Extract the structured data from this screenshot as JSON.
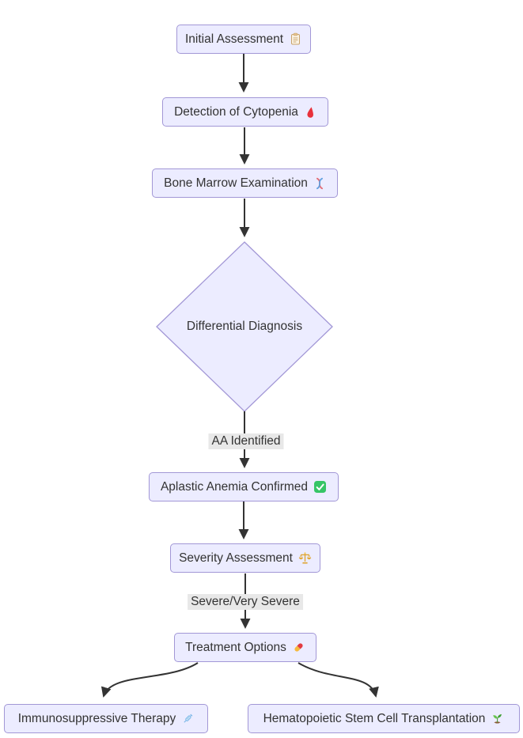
{
  "diagram": {
    "type": "flowchart",
    "direction": "top-down",
    "colors": {
      "background": "#ffffff",
      "node_fill": "#ECECFF",
      "node_border": "#a297d6",
      "text_color": "#333333",
      "edge_color": "#333333",
      "edge_label_bg": "#e8e8e8",
      "check_green": "#36c566",
      "blood_red": "#e8313b",
      "pill_red": "#e23b41",
      "pill_yellow": "#f6b93d",
      "scale_gold": "#dfa32e",
      "syringe_blue": "#7db8e8",
      "seedling_green": "#4e9a3d",
      "clipboard_tan": "#c9a36a"
    },
    "nodes": [
      {
        "id": "initial",
        "label": "Initial Assessment",
        "icon": "clipboard-icon",
        "shape": "rect"
      },
      {
        "id": "cytopenia",
        "label": "Detection of Cytopenia",
        "icon": "blood-drop-icon",
        "shape": "rect"
      },
      {
        "id": "bone-marrow",
        "label": "Bone Marrow Examination",
        "icon": "dna-icon",
        "shape": "rect"
      },
      {
        "id": "differential",
        "label": "Differential Diagnosis",
        "icon": null,
        "shape": "diamond"
      },
      {
        "id": "confirmed",
        "label": "Aplastic Anemia Confirmed",
        "icon": "check-icon",
        "shape": "rect"
      },
      {
        "id": "severity",
        "label": "Severity Assessment",
        "icon": "scale-icon",
        "shape": "rect"
      },
      {
        "id": "treatment",
        "label": "Treatment Options",
        "icon": "pill-icon",
        "shape": "rect"
      },
      {
        "id": "ist",
        "label": "Immunosuppressive Therapy",
        "icon": "syringe-icon",
        "shape": "rect"
      },
      {
        "id": "hsct",
        "label": "Hematopoietic Stem Cell Transplantation",
        "icon": "seedling-icon",
        "shape": "rect"
      }
    ],
    "edges": [
      {
        "from": "initial",
        "to": "cytopenia",
        "label": ""
      },
      {
        "from": "cytopenia",
        "to": "bone-marrow",
        "label": ""
      },
      {
        "from": "bone-marrow",
        "to": "differential",
        "label": ""
      },
      {
        "from": "differential",
        "to": "confirmed",
        "label": "AA Identified"
      },
      {
        "from": "confirmed",
        "to": "severity",
        "label": ""
      },
      {
        "from": "severity",
        "to": "treatment",
        "label": "Severe/Very Severe"
      },
      {
        "from": "treatment",
        "to": "ist",
        "label": ""
      },
      {
        "from": "treatment",
        "to": "hsct",
        "label": ""
      }
    ]
  }
}
